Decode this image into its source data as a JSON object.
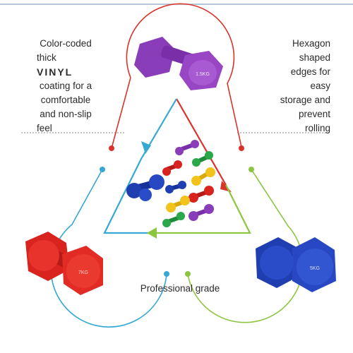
{
  "callouts": {
    "left": {
      "line1": "Color-coded",
      "line2": "thick",
      "line3": "VINYL",
      "line4": "coating for a",
      "line5": "comfortable",
      "line6": "and non-slip",
      "line7": "feel"
    },
    "right": {
      "line1": "Hexagon",
      "line2": "shaped",
      "line3": "edges for",
      "line4": "easy",
      "line5": "storage and",
      "line6": "prevent",
      "line7": "rolling"
    },
    "bottom": "Professional grade"
  },
  "dumbbell_labels": {
    "purple": "1.5KG",
    "red": "7KG",
    "blue": "5KG"
  },
  "colors": {
    "red_ring": "#d9342b",
    "cyan_ring": "#35a8d4",
    "green_ring": "#8dc540",
    "purple": "#8a3db8",
    "red": "#d8231f",
    "blue": "#1f3fb0",
    "green": "#2aa84a",
    "yellow": "#f2c31b"
  }
}
